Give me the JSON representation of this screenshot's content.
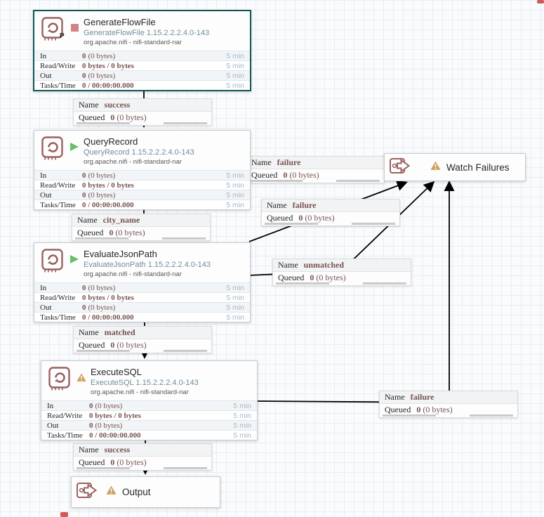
{
  "canvas": {
    "background": "#fafbfd",
    "grid_color": "#e9eef2"
  },
  "shared": {
    "name_key": "Name",
    "queued_key": "Queued",
    "window": "5 min"
  },
  "colors": {
    "selected_border": "#0f5657",
    "component_icon": "#9a6160",
    "stopped": "#d08584",
    "running": "#68bf68",
    "invalid": "#cf9f5d",
    "stat_value": "#775351",
    "type_version_text": "#728e9b",
    "window_text": "#a2b9c6"
  },
  "processors": [
    {
      "name": "GenerateFlowFile",
      "type_version": "GenerateFlowFile 1.15.2.2.2.4.0-143",
      "bundle": "org.apache.nifi - nifi-standard-nar",
      "state": "stopped",
      "badge": "P",
      "selected": true,
      "stats": [
        {
          "label": "In",
          "strong": "0",
          "rest": "(0 bytes)",
          "window": "5 min"
        },
        {
          "label": "Read/Write",
          "strong": "0 bytes / 0 bytes",
          "rest": "",
          "window": "5 min"
        },
        {
          "label": "Out",
          "strong": "0",
          "rest": "(0 bytes)",
          "window": "5 min"
        },
        {
          "label": "Tasks/Time",
          "strong": "0 / 00:00:00.000",
          "rest": "",
          "window": "5 min"
        }
      ]
    },
    {
      "name": "QueryRecord",
      "type_version": "QueryRecord 1.15.2.2.2.4.0-143",
      "bundle": "org.apache.nifi - nifi-standard-nar",
      "state": "running",
      "badge": "",
      "selected": false,
      "stats": [
        {
          "label": "In",
          "strong": "0",
          "rest": "(0 bytes)",
          "window": "5 min"
        },
        {
          "label": "Read/Write",
          "strong": "0 bytes / 0 bytes",
          "rest": "",
          "window": "5 min"
        },
        {
          "label": "Out",
          "strong": "0",
          "rest": "(0 bytes)",
          "window": "5 min"
        },
        {
          "label": "Tasks/Time",
          "strong": "0 / 00:00:00.000",
          "rest": "",
          "window": "5 min"
        }
      ]
    },
    {
      "name": "EvaluateJsonPath",
      "type_version": "EvaluateJsonPath 1.15.2.2.2.4.0-143",
      "bundle": "org.apache.nifi - nifi-standard-nar",
      "state": "running",
      "badge": "",
      "selected": false,
      "stats": [
        {
          "label": "In",
          "strong": "0",
          "rest": "(0 bytes)",
          "window": "5 min"
        },
        {
          "label": "Read/Write",
          "strong": "0 bytes / 0 bytes",
          "rest": "",
          "window": "5 min"
        },
        {
          "label": "Out",
          "strong": "0",
          "rest": "(0 bytes)",
          "window": "5 min"
        },
        {
          "label": "Tasks/Time",
          "strong": "0 / 00:00:00.000",
          "rest": "",
          "window": "5 min"
        }
      ]
    },
    {
      "name": "ExecuteSQL",
      "type_version": "ExecuteSQL 1.15.2.2.2.4.0-143",
      "bundle": "org.apache.nifi - nifi-standard-nar",
      "state": "invalid",
      "badge": "",
      "selected": false,
      "stats": [
        {
          "label": "In",
          "strong": "0",
          "rest": "(0 bytes)",
          "window": "5 min"
        },
        {
          "label": "Read/Write",
          "strong": "0 bytes / 0 bytes",
          "rest": "",
          "window": "5 min"
        },
        {
          "label": "Out",
          "strong": "0",
          "rest": "(0 bytes)",
          "window": "5 min"
        },
        {
          "label": "Tasks/Time",
          "strong": "0 / 00:00:00.000",
          "rest": "",
          "window": "5 min"
        }
      ]
    }
  ],
  "ports": [
    {
      "name": "Watch Failures",
      "invalid": true
    },
    {
      "name": "Output",
      "invalid": true
    }
  ],
  "connections": [
    {
      "name": "success",
      "queued_strong": "0",
      "queued_rest": "(0 bytes)"
    },
    {
      "name": "city_name",
      "queued_strong": "0",
      "queued_rest": "(0 bytes)"
    },
    {
      "name": "matched",
      "queued_strong": "0",
      "queued_rest": "(0 bytes)"
    },
    {
      "name": "success",
      "queued_strong": "0",
      "queued_rest": "(0 bytes)"
    },
    {
      "name": "failure",
      "queued_strong": "0",
      "queued_rest": "(0 bytes)"
    },
    {
      "name": "failure",
      "queued_strong": "0",
      "queued_rest": "(0 bytes)"
    },
    {
      "name": "unmatched",
      "queued_strong": "0",
      "queued_rest": "(0 bytes)"
    },
    {
      "name": "failure",
      "queued_strong": "0",
      "queued_rest": "(0 bytes)"
    }
  ]
}
